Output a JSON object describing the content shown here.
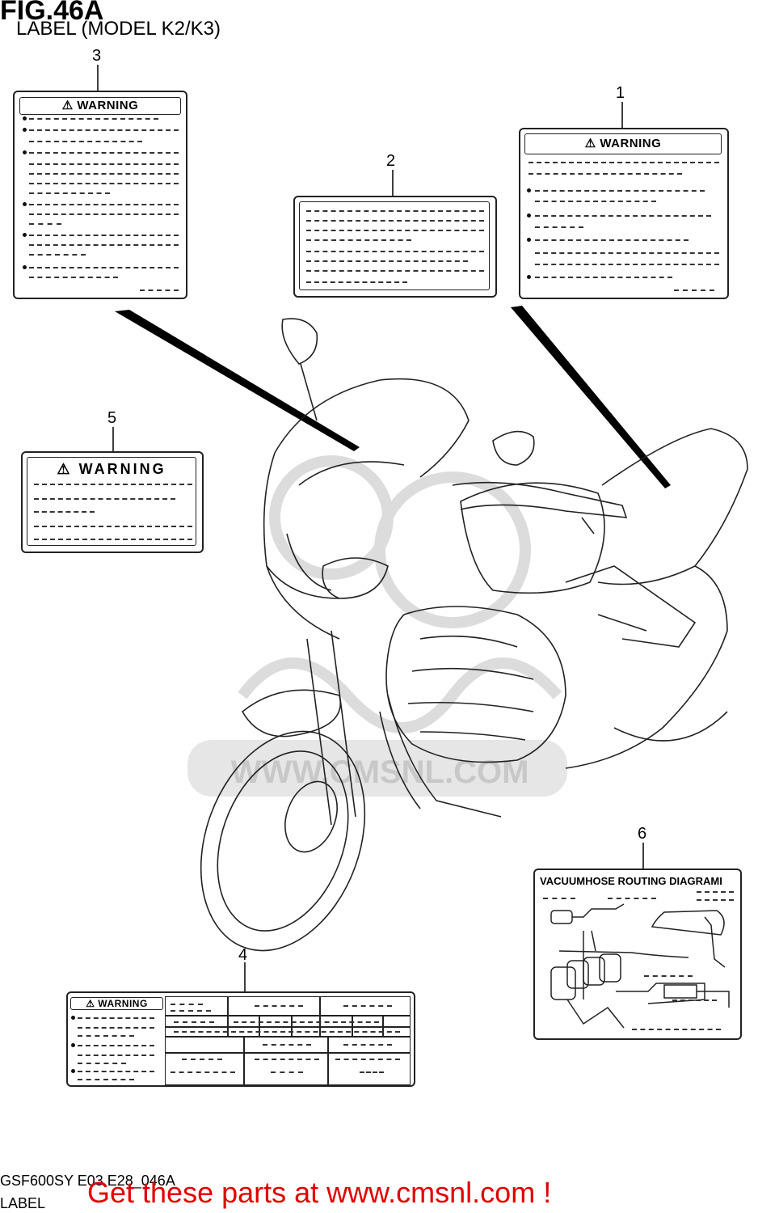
{
  "figure": {
    "title": "FIG.46A",
    "subtitle": "LABEL (MODEL K2/K3)"
  },
  "callouts": [
    "1",
    "2",
    "3",
    "4",
    "5",
    "6"
  ],
  "labels": {
    "label1": {
      "heading": "WARNING"
    },
    "label3": {
      "heading": "WARNING"
    },
    "label4": {
      "heading": "WARNING"
    },
    "label5": {
      "heading": "WARNING"
    },
    "label6": {
      "heading": "VACUUMHOSE ROUTING DIAGRAMI"
    }
  },
  "watermark": {
    "text": "WWW.CMSNL.COM",
    "color": "#d9d9d9"
  },
  "footer": {
    "code": "GSF600SY E03 E28_046A",
    "label": "LABEL",
    "cta": "Get these parts at www.cmsnl.com !",
    "cta_color": "#e00000"
  }
}
